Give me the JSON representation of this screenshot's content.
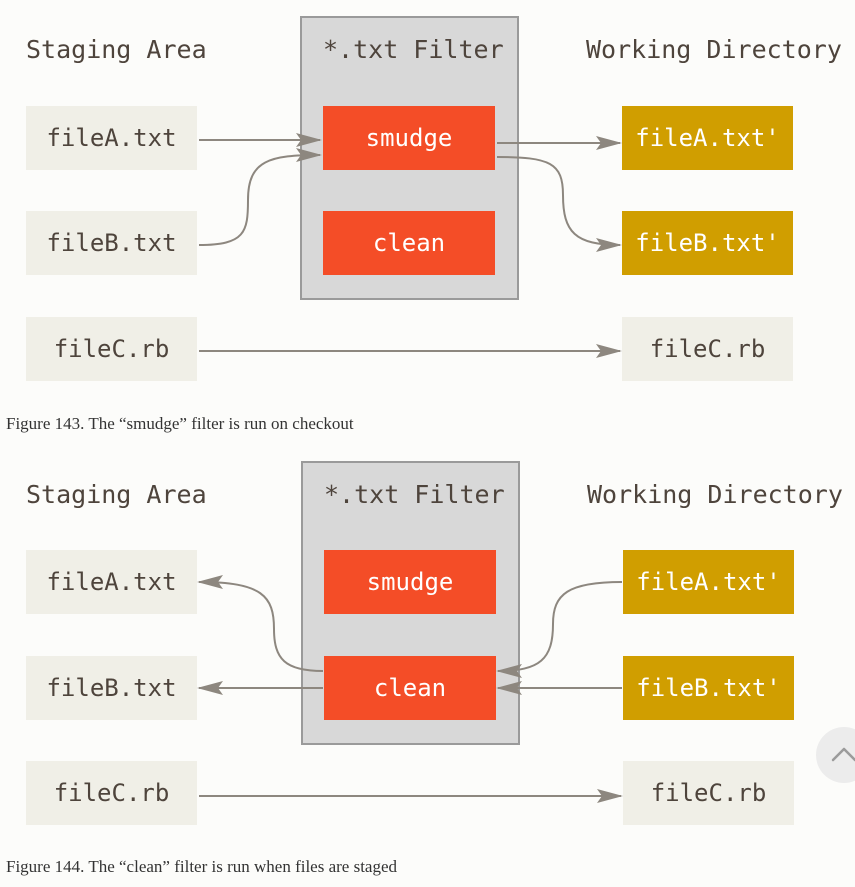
{
  "figures": [
    {
      "headers": {
        "staging": "Staging Area",
        "filter": "*.txt Filter",
        "working": "Working Directory"
      },
      "staging_files": [
        "fileA.txt",
        "fileB.txt",
        "fileC.rb"
      ],
      "filters": [
        "smudge",
        "clean"
      ],
      "working_files": [
        "fileA.txt'",
        "fileB.txt'",
        "fileC.rb"
      ],
      "caption": "Figure 143. The “smudge” filter is run on checkout"
    },
    {
      "headers": {
        "staging": "Staging Area",
        "filter": "*.txt Filter",
        "working": "Working Directory"
      },
      "staging_files": [
        "fileA.txt",
        "fileB.txt",
        "fileC.rb"
      ],
      "filters": [
        "smudge",
        "clean"
      ],
      "working_files": [
        "fileA.txt'",
        "fileB.txt'",
        "fileC.rb"
      ],
      "caption": "Figure 144. The “clean” filter is run when files are staged"
    }
  ],
  "colors": {
    "background": "#fcfcfa",
    "file_box": "#f0efe7",
    "filter_box": "#f44d27",
    "working_box": "#d09e00",
    "filter_panel": "#d8d8d8",
    "arrow": "#8d877f",
    "text": "#4e443c"
  },
  "icons": {
    "scroll_top": "chevron-up-icon"
  }
}
